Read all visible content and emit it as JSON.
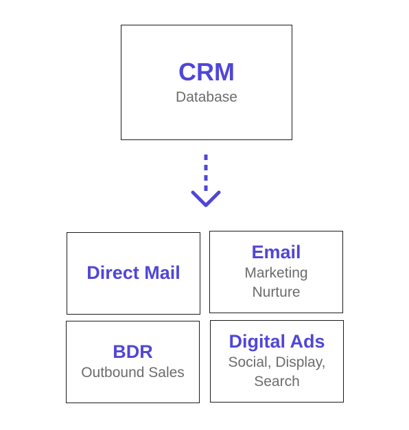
{
  "colors": {
    "accent": "#5046d6",
    "subtitle": "#6b6b6b",
    "border": "#1a1a1a"
  },
  "crm": {
    "title": "CRM",
    "subtitle": "Database"
  },
  "arrow": {
    "icon": "dashed-down-arrow-icon"
  },
  "channels": {
    "direct_mail": {
      "title": "Direct Mail"
    },
    "email": {
      "title": "Email",
      "subtitle": "Marketing\nNurture"
    },
    "bdr": {
      "title": "BDR",
      "subtitle": "Outbound Sales"
    },
    "digital_ads": {
      "title": "Digital Ads",
      "subtitle": "Social, Display,\nSearch"
    }
  }
}
